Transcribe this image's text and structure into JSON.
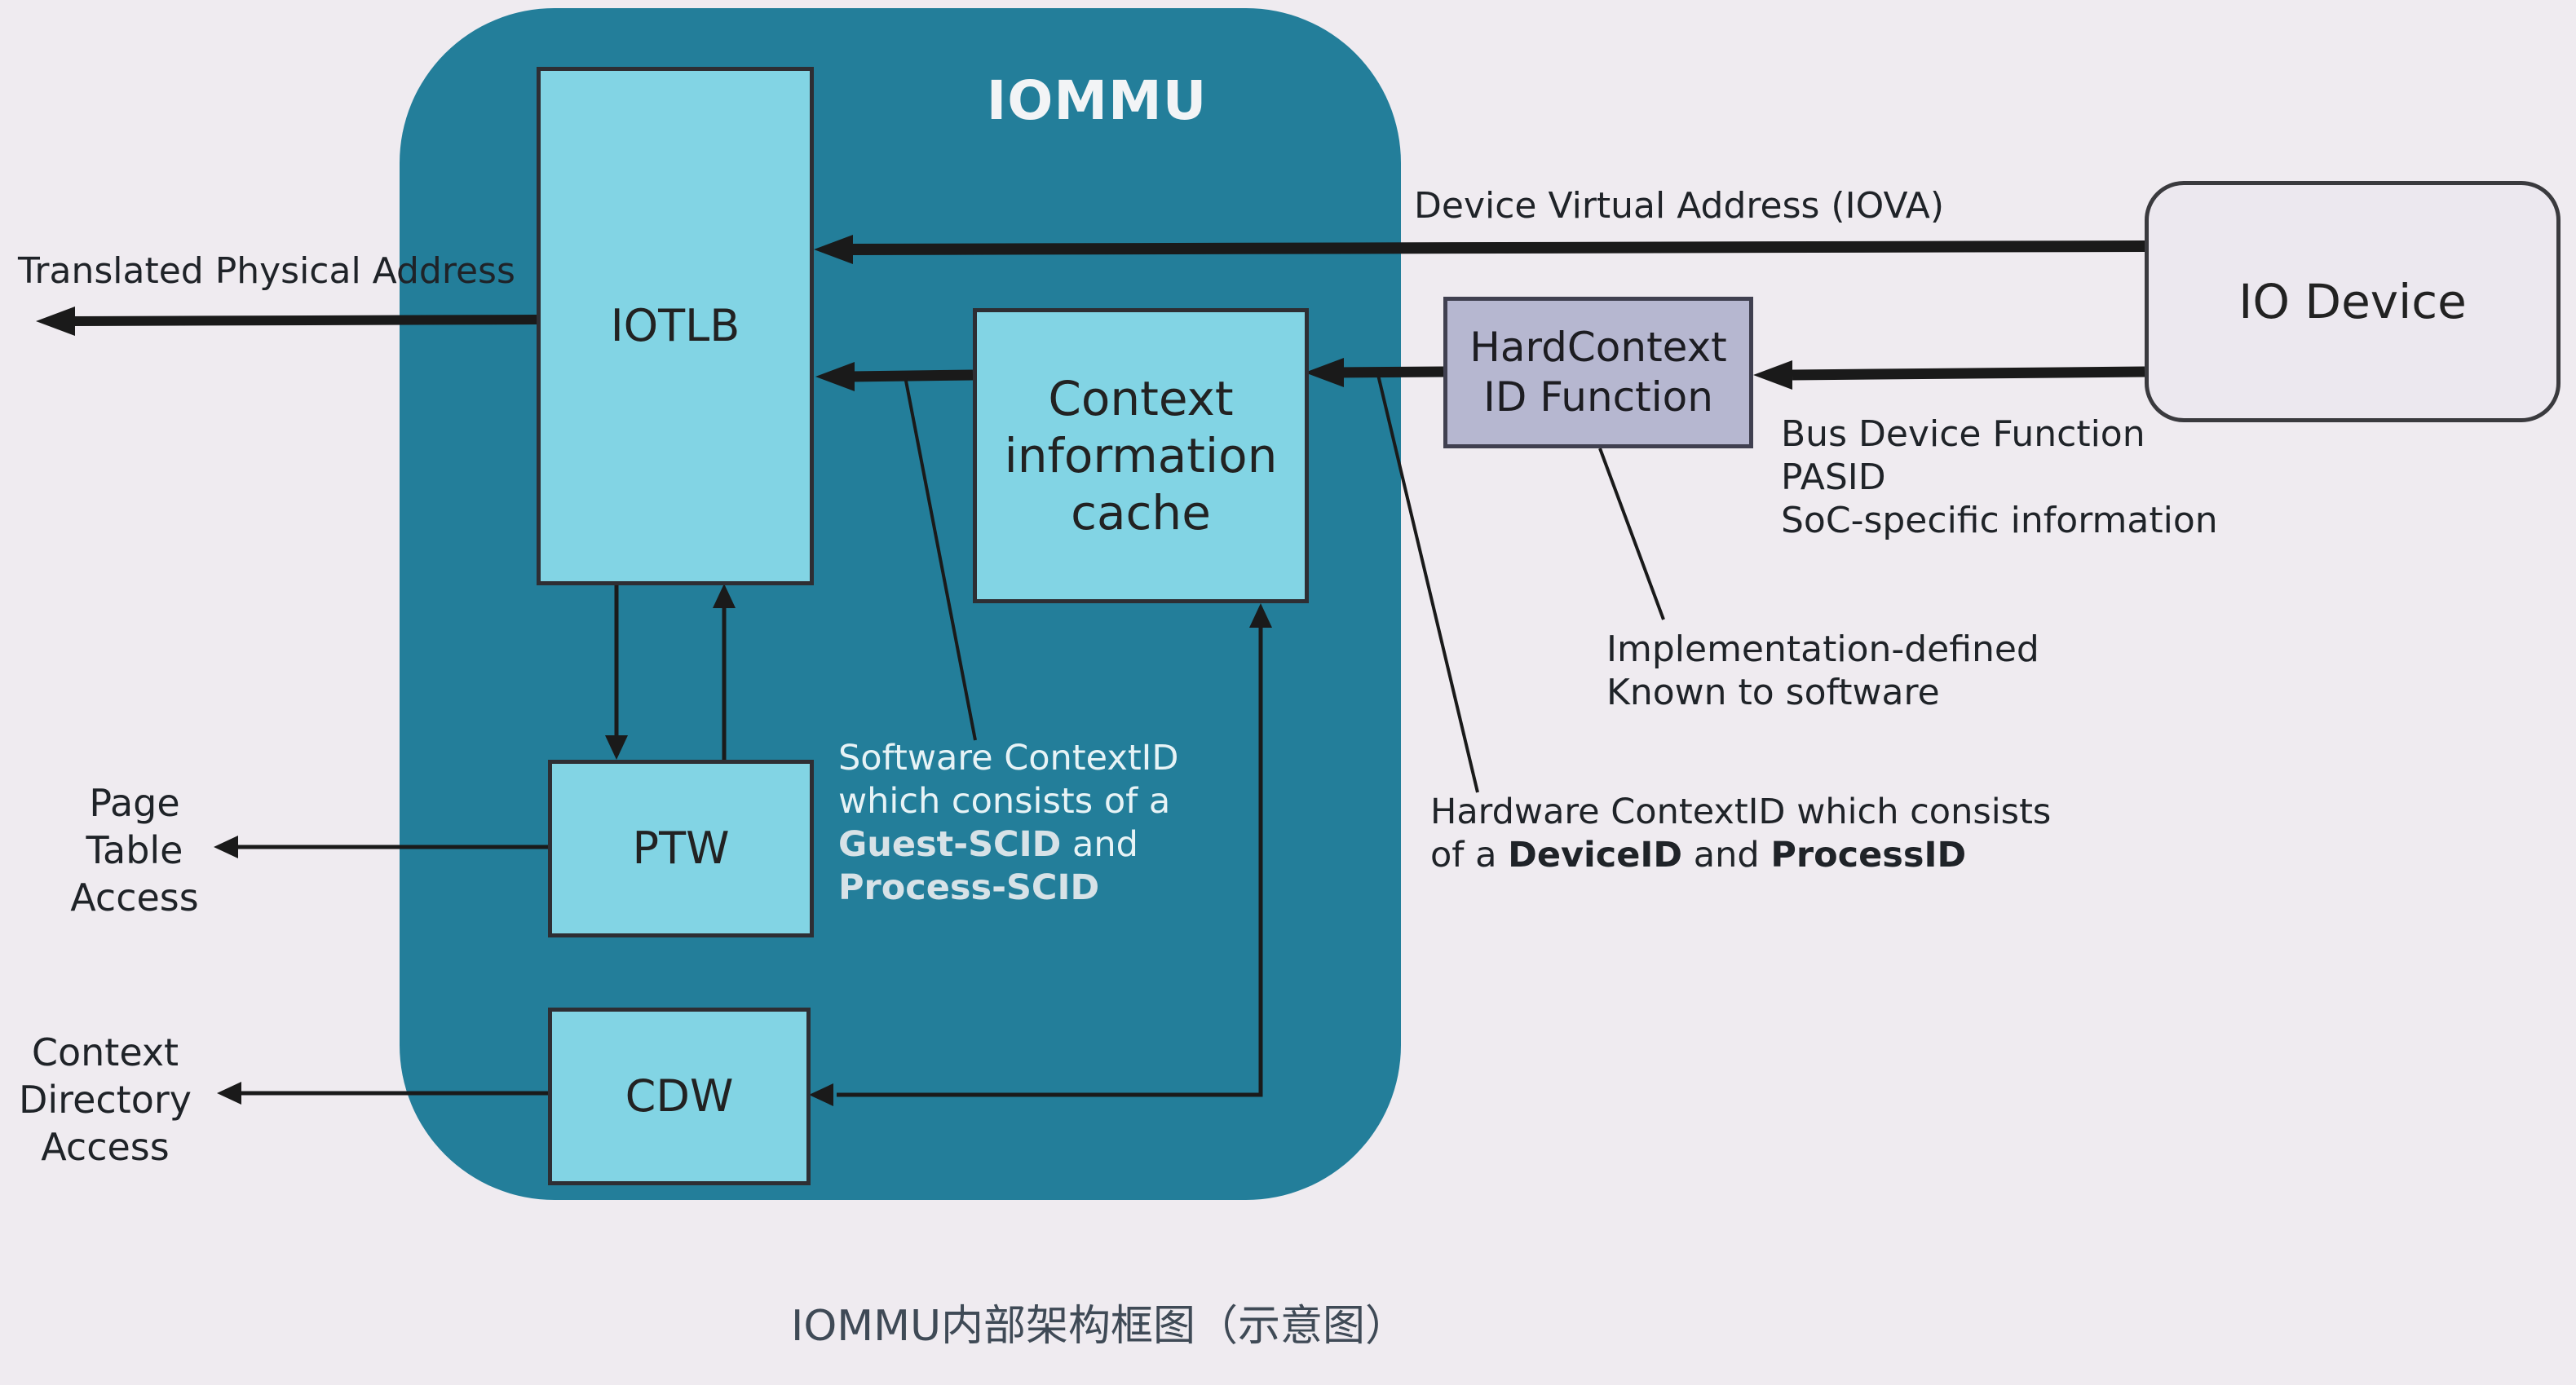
{
  "diagram": {
    "panel_title": "IOMMU",
    "boxes": {
      "iotlb": "IOTLB",
      "context_cache": [
        "Context",
        "information",
        "cache"
      ],
      "ptw": "PTW",
      "cdw": "CDW",
      "hardcontext": [
        "HardContext",
        "ID Function"
      ],
      "io_device": "IO Device"
    },
    "labels": {
      "translated_physical_address": "Translated Physical Address",
      "device_virtual_address": "Device Virtual Address (IOVA)",
      "page_table_access": [
        "Page",
        "Table",
        "Access"
      ],
      "context_directory_access": [
        "Context",
        "Directory",
        "Access"
      ],
      "bus_info": [
        "Bus Device Function",
        "PASID",
        "SoC-specific information"
      ],
      "implementation_defined": [
        "Implementation-defined",
        "Known to software"
      ],
      "software_contextid": {
        "line1": "Software ContextID",
        "line2": "which consists of a",
        "guest_scid": "Guest-SCID",
        "and": " and",
        "process_scid": "Process-SCID"
      },
      "hardware_contextid": {
        "line1": "Hardware ContextID which consists",
        "of_a": "of a ",
        "device_id": "DeviceID",
        "and": " and ",
        "process_id": "ProcessID"
      }
    },
    "caption": "IOMMU内部架构框图（示意图）"
  },
  "colors": {
    "background": "#efebf0",
    "iommu_panel": "#237e9a",
    "component_box": "#82d4e4",
    "hardcontext_box": "#b6b7d0",
    "device_box": "#ece8ef",
    "arrows": "#1a1a1a"
  }
}
